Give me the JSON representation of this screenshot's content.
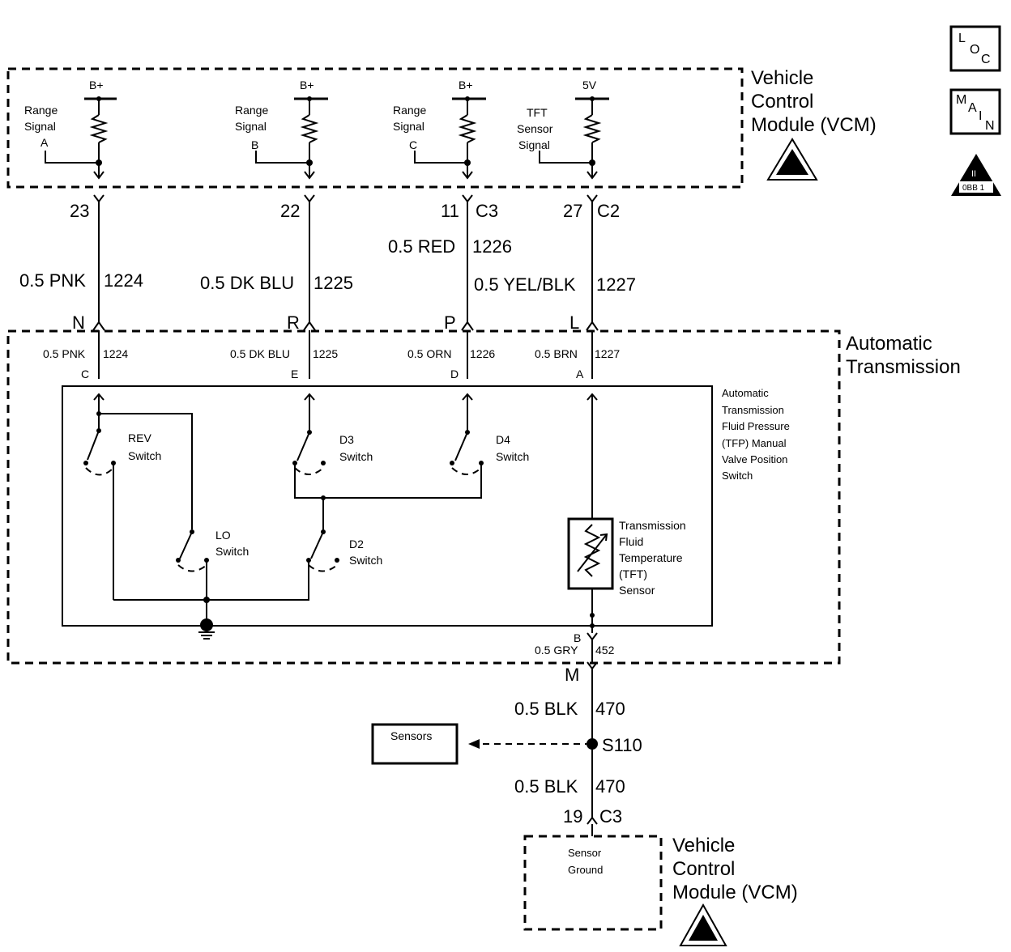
{
  "vcm_top": {
    "title_line1": "Vehicle",
    "title_line2": "Control",
    "title_line3": "Module (VCM)",
    "circuits": [
      {
        "supply": "B+",
        "label_l1": "Range",
        "label_l2": "Signal",
        "label_l3": "A",
        "pin": "23",
        "connector": "",
        "wire": "0.5 PNK",
        "circuit": "1224",
        "trans_pin": "N"
      },
      {
        "supply": "B+",
        "label_l1": "Range",
        "label_l2": "Signal",
        "label_l3": "B",
        "pin": "22",
        "connector": "",
        "wire": "0.5 DK BLU",
        "circuit": "1225",
        "trans_pin": "R"
      },
      {
        "supply": "B+",
        "label_l1": "Range",
        "label_l2": "Signal",
        "label_l3": "C",
        "pin": "11",
        "connector": "C3",
        "wire": "0.5 RED",
        "circuit": "1226",
        "trans_pin": "P"
      },
      {
        "supply": "5V",
        "label_l1": "TFT",
        "label_l2": "Sensor",
        "label_l3": "Signal",
        "pin": "27",
        "connector": "C2",
        "wire": "0.5 YEL/BLK",
        "circuit": "1227",
        "trans_pin": "L"
      }
    ]
  },
  "badges": {
    "loc_l": "L",
    "loc_o": "O",
    "loc_c": "C",
    "main_m": "M",
    "main_a": "A",
    "main_i": "I",
    "main_n": "N",
    "tri_top": "II",
    "tri_bottom": "0BB 1"
  },
  "transmission": {
    "title_line1": "Automatic",
    "title_line2": "Transmission",
    "inner_wires": [
      {
        "wire": "0.5 PNK",
        "circuit": "1224",
        "pin": "C"
      },
      {
        "wire": "0.5 DK BLU",
        "circuit": "1225",
        "pin": "E"
      },
      {
        "wire": "0.5 ORN",
        "circuit": "1226",
        "pin": "D"
      },
      {
        "wire": "0.5 BRN",
        "circuit": "1227",
        "pin": "A"
      }
    ],
    "switch_box": {
      "l1": "Automatic",
      "l2": "Transmission",
      "l3": "Fluid Pressure",
      "l4": "(TFP) Manual",
      "l5": "Valve Position",
      "l6": "Switch"
    },
    "switches": {
      "rev_l1": "REV",
      "rev_l2": "Switch",
      "d3_l1": "D3",
      "d3_l2": "Switch",
      "d4_l1": "D4",
      "d4_l2": "Switch",
      "lo_l1": "LO",
      "lo_l2": "Switch",
      "d2_l1": "D2",
      "d2_l2": "Switch"
    },
    "tft": {
      "l1": "Transmission",
      "l2": "Fluid",
      "l3": "Temperature",
      "l4": "(TFT)",
      "l5": "Sensor"
    },
    "ground_pin": "B",
    "ground_wire": "0.5 GRY",
    "ground_circuit": "452",
    "ground_trans_pin": "M"
  },
  "ground": {
    "wire1": "0.5 BLK",
    "circuit1": "470",
    "splice": "S110",
    "sensors_label": "Sensors",
    "wire2": "0.5 BLK",
    "circuit2": "470",
    "pin": "19",
    "connector": "C3"
  },
  "vcm_bottom": {
    "box_l1": "Sensor",
    "box_l2": "Ground",
    "title_line1": "Vehicle",
    "title_line2": "Control",
    "title_line3": "Module (VCM)"
  }
}
